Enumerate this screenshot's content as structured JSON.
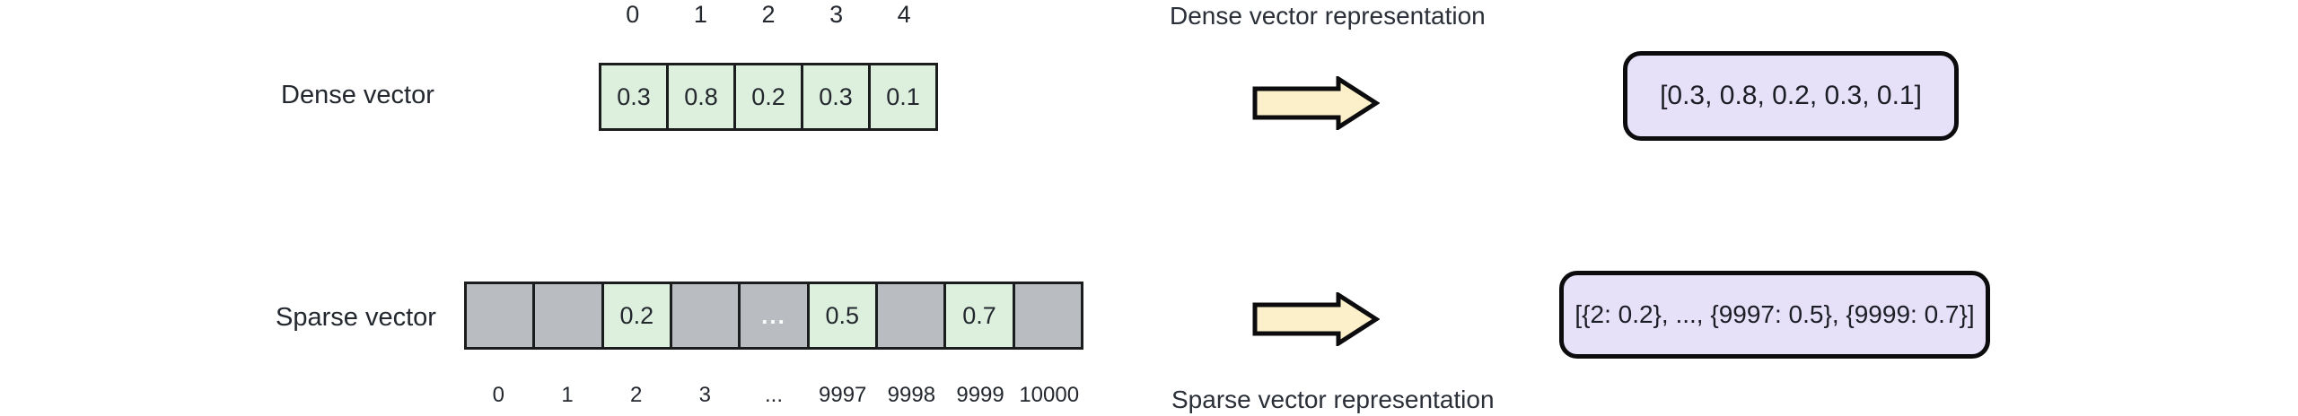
{
  "colors": {
    "cell_filled_green": "#ddf0dd",
    "cell_empty_gray": "#b9bdc2",
    "cell_border": "#1a1c1e",
    "arrow_fill": "#fbf0ca",
    "arrow_outline": "#0c0c0e",
    "rep_box_fill": "#e6e0f8",
    "rep_box_border": "#0c0c0e",
    "text": "#23272e",
    "ellipsis_text": "#ffffff"
  },
  "dense": {
    "label": "Dense vector",
    "indices": [
      "0",
      "1",
      "2",
      "3",
      "4"
    ],
    "values": [
      "0.3",
      "0.8",
      "0.2",
      "0.3",
      "0.1"
    ],
    "representation_title": "Dense vector representation",
    "representation": "[0.3, 0.8, 0.2, 0.3, 0.1]"
  },
  "sparse": {
    "label": "Sparse vector",
    "cells": [
      {
        "index_label": "0",
        "value": "",
        "filled": false
      },
      {
        "index_label": "1",
        "value": "",
        "filled": false
      },
      {
        "index_label": "2",
        "value": "0.2",
        "filled": true
      },
      {
        "index_label": "3",
        "value": "",
        "filled": false
      },
      {
        "index_label": "...",
        "value": "...",
        "filled": false
      },
      {
        "index_label": "9997",
        "value": "0.5",
        "filled": true
      },
      {
        "index_label": "9998",
        "value": "",
        "filled": false
      },
      {
        "index_label": "9999",
        "value": "0.7",
        "filled": true
      },
      {
        "index_label": "10000",
        "value": "",
        "filled": false
      }
    ],
    "representation_title": "Sparse vector representation",
    "representation": "[{2: 0.2}, ..., {9997: 0.5}, {9999: 0.7}]"
  }
}
